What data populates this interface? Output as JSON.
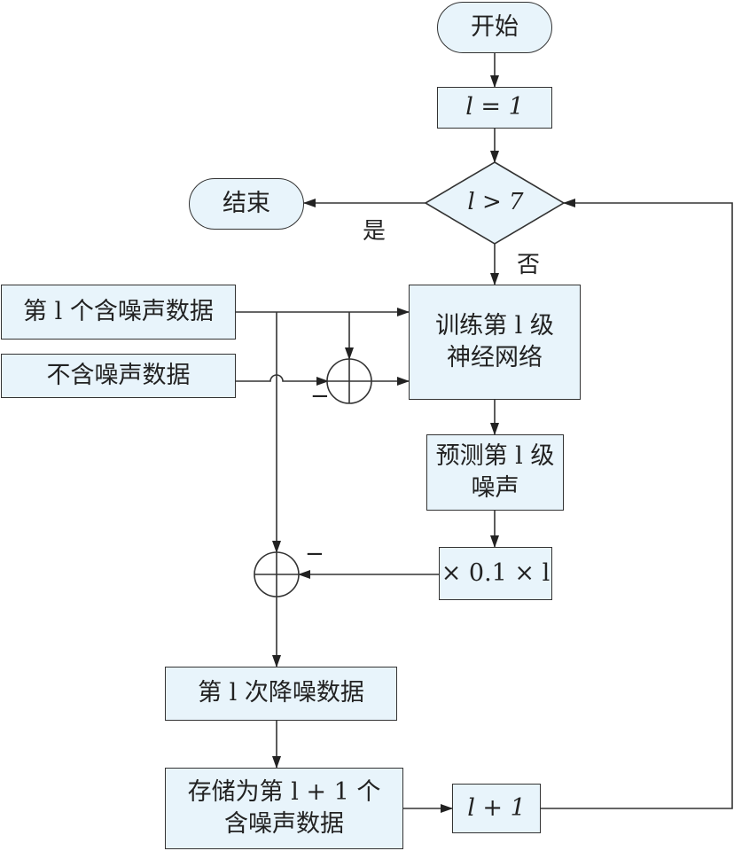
{
  "nodes": {
    "start": "开始",
    "init": "l = 1",
    "decision": "l > 7",
    "end": "结束",
    "noisy_input": "第 l 个含噪声数据",
    "clean_input": "不含噪声数据",
    "train_line1": "训练第 l 级",
    "train_line2": "神经网络",
    "predict_line1": "预测第 l 级",
    "predict_line2": "噪声",
    "scale": "× 0.1 × l",
    "denoised": "第 l 次降噪数据",
    "store_line1": "存储为第 l + 1 个",
    "store_line2": "含噪声数据",
    "increment": "l + 1"
  },
  "labels": {
    "yes": "是",
    "no": "否",
    "minus_top": "−",
    "minus_bottom": "−"
  },
  "colors": {
    "box_fill": "#e8f4fb",
    "stroke": "#333333"
  }
}
